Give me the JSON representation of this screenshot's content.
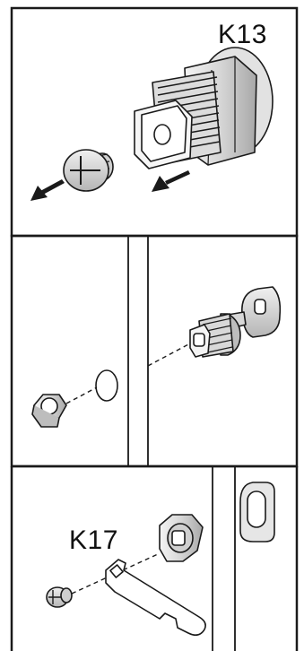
{
  "panels": [
    {
      "id": "panel-1",
      "label": "K13"
    },
    {
      "id": "panel-2",
      "label": ""
    },
    {
      "id": "panel-3",
      "label": "K17"
    }
  ],
  "colors": {
    "line": "#1a1a1a",
    "metal_light": "#e8e8e8",
    "metal_mid": "#c9c9c9",
    "metal_dark": "#9a9a9a",
    "background": "#ffffff"
  }
}
